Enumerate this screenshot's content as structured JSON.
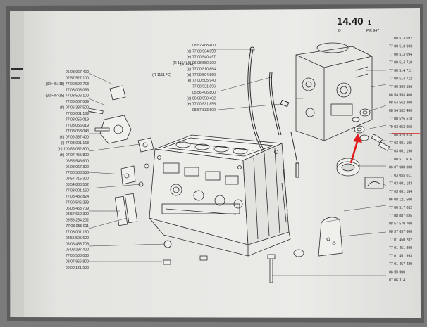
{
  "header": {
    "page_number": "14.40",
    "page_suffix": "1",
    "ref": "P.R 947",
    "letter": "D"
  },
  "notes": {
    "r1151_center": "(R 1151 *C)",
    "r1154_left": "(R 1154)"
  },
  "colors": {
    "paper": "#e9e9e6",
    "ink": "#2a2a2a",
    "highlight": "#e01a1a",
    "frame": "#5a5a5a"
  },
  "left_parts": [
    "06 08 067 400",
    "07 57 527 100",
    "(32>45>15) 77 00 522 763",
    "77 03 003 089",
    "(32>45>15) 77 03 506 100",
    "77 03 007 089",
    "(h) 07 06 337 500",
    "77 03 001 169",
    "77 03 056 019",
    "77 03 056 019",
    "77 03 053 043",
    "(h) 07 06 337 400",
    "(i) 77 03 001 168",
    "(h) 100 86 052 800",
    "(h) 07 07 455 800",
    "06 55 548 600",
    "06 08 067 300",
    "77 00 503 538",
    "08 57 715 300",
    "08 54 888 502",
    "77 03 001 160",
    "77 08 432 824",
    "77 00 546 239",
    "06 08 453 709",
    "08 57 659 300",
    "05 58 254 202",
    "77 03 055 011",
    "77 03 001 160",
    "08 55 505 600",
    "08 08 453 709",
    "06 08 297 400",
    "77 00 508 030",
    "08 07 966 800",
    "06 08 121 500"
  ],
  "top_center_parts": [
    "08 52 468 400",
    "(d) 77 00 504 890",
    "(e) 77 00 540 497",
    "(R 1154) (f) 06 08 550 300",
    "(g) 77 00 510 864",
    "(d) 77 00 504 860",
    "(e) 77 00 505 940",
    "77 00 531 856",
    "05 56 406 800",
    "(d) 06 08 550 402",
    "(e) 77 00 531 855",
    "08 57 833 800"
  ],
  "right_parts": [
    "77 00 513 092",
    "77 00 513 093",
    "77 00 513 094",
    "77 00 514 710",
    "77 00 514 711",
    "77 00 514 712",
    "77 00 509 556",
    "08 54 553 400",
    "08 54 552 400",
    "08 54 552 400",
    "77 00 525 518",
    "79 03 053 050",
    "77 00 525 518",
    "77 03 001 195",
    "77 03 001 196",
    "77 00 511 816",
    "06 07 988 000",
    "77 03 055 011",
    "77 03 001 183",
    "77 03 001 184",
    "06 08 121 500",
    "77 00 517 052",
    "77 08 087 035",
    "08 57 570 700",
    "08 57 657 600",
    "77 01 450 282",
    "77 01 451 890",
    "77 01 451 993",
    "77 01 457 489",
    "08 55 500",
    "07 06 314"
  ]
}
